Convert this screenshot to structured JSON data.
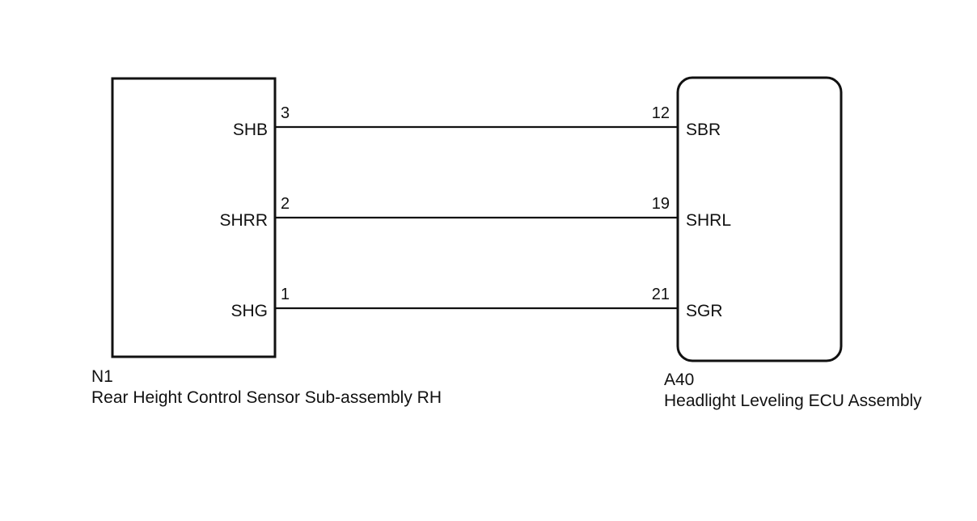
{
  "components": {
    "left": {
      "code": "N1",
      "name": "Rear Height Control Sensor Sub-assembly RH",
      "pins": [
        {
          "terminal": "SHB",
          "number": "3"
        },
        {
          "terminal": "SHRR",
          "number": "2"
        },
        {
          "terminal": "SHG",
          "number": "1"
        }
      ]
    },
    "right": {
      "code": "A40",
      "name": "Headlight Leveling ECU Assembly",
      "pins": [
        {
          "terminal": "SBR",
          "number": "12"
        },
        {
          "terminal": "SHRL",
          "number": "19"
        },
        {
          "terminal": "SGR",
          "number": "21"
        }
      ]
    }
  },
  "colors": {
    "line": "#111111",
    "background": "#ffffff"
  }
}
